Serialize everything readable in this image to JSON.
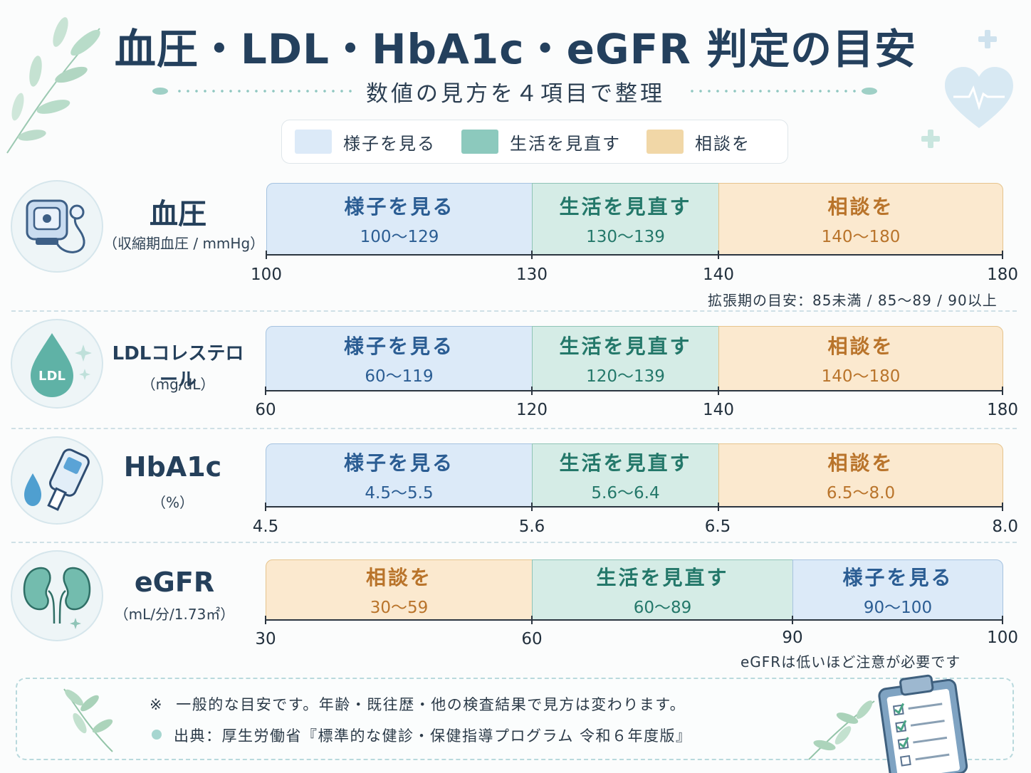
{
  "header": {
    "title": "血圧・LDL・HbA1c・eGFR 判定の目安",
    "subtitle": "数値の見方を４項目で整理"
  },
  "legend": [
    {
      "label": "様子を見る",
      "color": "#dceaf8"
    },
    {
      "label": "生活を見直す",
      "color": "#8cc9bd"
    },
    {
      "label": "相談を",
      "color": "#f1d7a7"
    }
  ],
  "rows": [
    {
      "name": "血圧",
      "unit": "（収縮期血圧 / mmHg）",
      "segments": [
        {
          "label": "様子を見る",
          "range": "100～129"
        },
        {
          "label": "生活を見直す",
          "range": "130～139"
        },
        {
          "label": "相談を",
          "range": "140～180"
        }
      ],
      "ticks": [
        "100",
        "130",
        "140",
        "180"
      ],
      "note": "拡張期の目安：85未満 / 85～89 / 90以上"
    },
    {
      "name": "LDLコレステロール",
      "unit": "（mg/dL）",
      "icon_text": "LDL",
      "segments": [
        {
          "label": "様子を見る",
          "range": "60～119"
        },
        {
          "label": "生活を見直す",
          "range": "120～139"
        },
        {
          "label": "相談を",
          "range": "140～180"
        }
      ],
      "ticks": [
        "60",
        "120",
        "140",
        "180"
      ]
    },
    {
      "name": "HbA1c",
      "unit": "（%）",
      "segments": [
        {
          "label": "様子を見る",
          "range": "4.5～5.5"
        },
        {
          "label": "生活を見直す",
          "range": "5.6～6.4"
        },
        {
          "label": "相談を",
          "range": "6.5～8.0"
        }
      ],
      "ticks": [
        "4.5",
        "5.6",
        "6.5",
        "8.0"
      ]
    },
    {
      "name": "eGFR",
      "unit": "（mL/分/1.73㎡）",
      "segments": [
        {
          "label": "相談を",
          "range": "30～59"
        },
        {
          "label": "生活を見直す",
          "range": "60～89"
        },
        {
          "label": "様子を見る",
          "range": "90～100"
        }
      ],
      "ticks": [
        "30",
        "60",
        "90",
        "100"
      ],
      "note": "eGFRは低いほど注意が必要です"
    }
  ],
  "footer": {
    "note_mark": "※",
    "note": "一般的な目安です。年齢・既往歴・他の検査結果で見方は変わります。",
    "source": "出典：厚生労働省『標準的な健診・保健指導プログラム 令和６年度版』"
  },
  "icons": [
    "leaf-icon",
    "plus-icon",
    "heart-pulse-icon",
    "blood-pressure-monitor-icon",
    "ldl-drop-icon",
    "glucose-meter-icon",
    "kidney-icon",
    "clipboard-checklist-icon"
  ]
}
